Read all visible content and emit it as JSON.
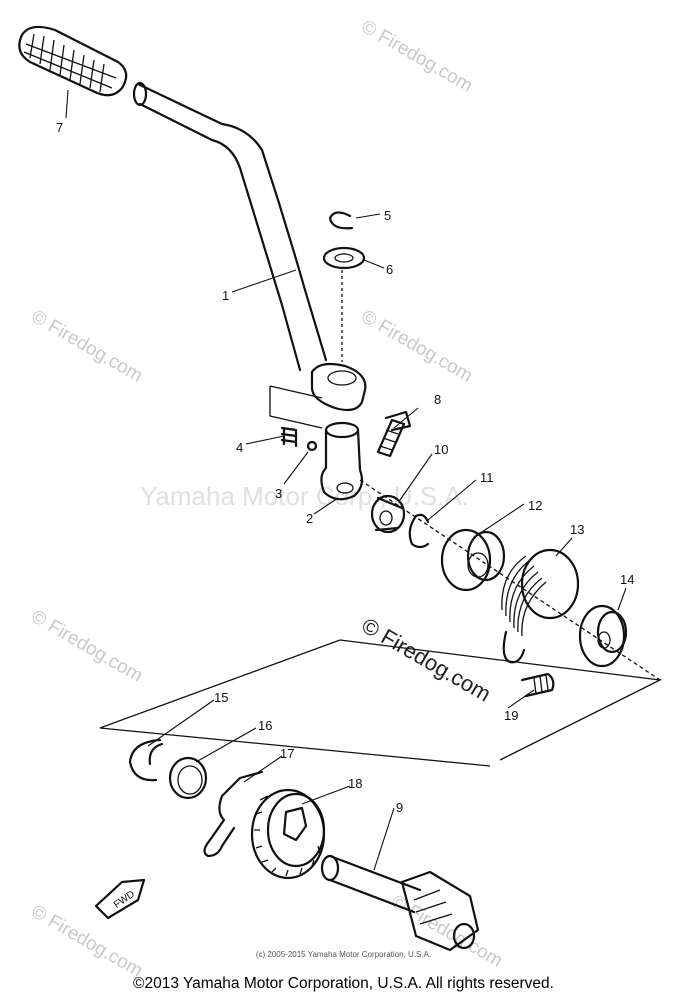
{
  "watermarks": {
    "small": "© Firedog.com",
    "center": "Yamaha Motor Corp., U.S.A.",
    "dark": "© Firedog.com"
  },
  "callouts": {
    "c1": "1",
    "c2": "2",
    "c3": "3",
    "c4": "4",
    "c5": "5",
    "c6": "6",
    "c7": "7",
    "c8": "8",
    "c9": "9",
    "c10": "10",
    "c11": "11",
    "c12": "12",
    "c13": "13",
    "c14": "14",
    "c15": "15",
    "c16": "16",
    "c17": "17",
    "c18": "18",
    "c19": "19"
  },
  "forward_label": "FWD",
  "small_copyright": "(c) 2005-2015 Yamaha Motor Corporation, U.S.A.",
  "footer_copyright": "©2013 Yamaha Motor Corporation, U.S.A. All rights reserved.",
  "colors": {
    "ink": "#111111",
    "watermark": "#c9c9c9",
    "background": "#ffffff"
  }
}
